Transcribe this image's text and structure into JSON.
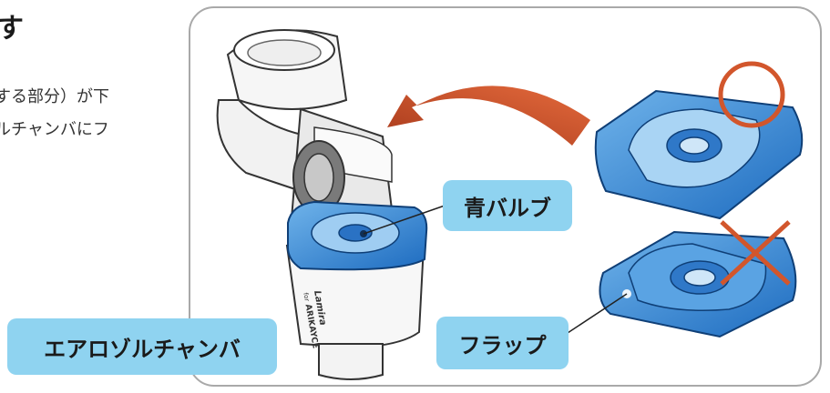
{
  "text": {
    "heading_fragment": "す",
    "line1": "する部分）が下",
    "line2": "ルチャンバにフ"
  },
  "labels": {
    "blue_valve": "青バルブ",
    "flap": "フラップ",
    "aerosol_chamber": "エアロゾルチャンバ"
  },
  "device_markings": {
    "brand": "Lamira",
    "for_text": "for",
    "product": "ARIKAYCE"
  },
  "marks": {
    "correct": "circle",
    "incorrect": "cross"
  },
  "colors": {
    "label_fill": "#8fd3f0",
    "valve_blue": "#2d7fd0",
    "arrow": "#c7502a",
    "mark": "#d2562c",
    "panel_border": "#a9a9a9"
  }
}
